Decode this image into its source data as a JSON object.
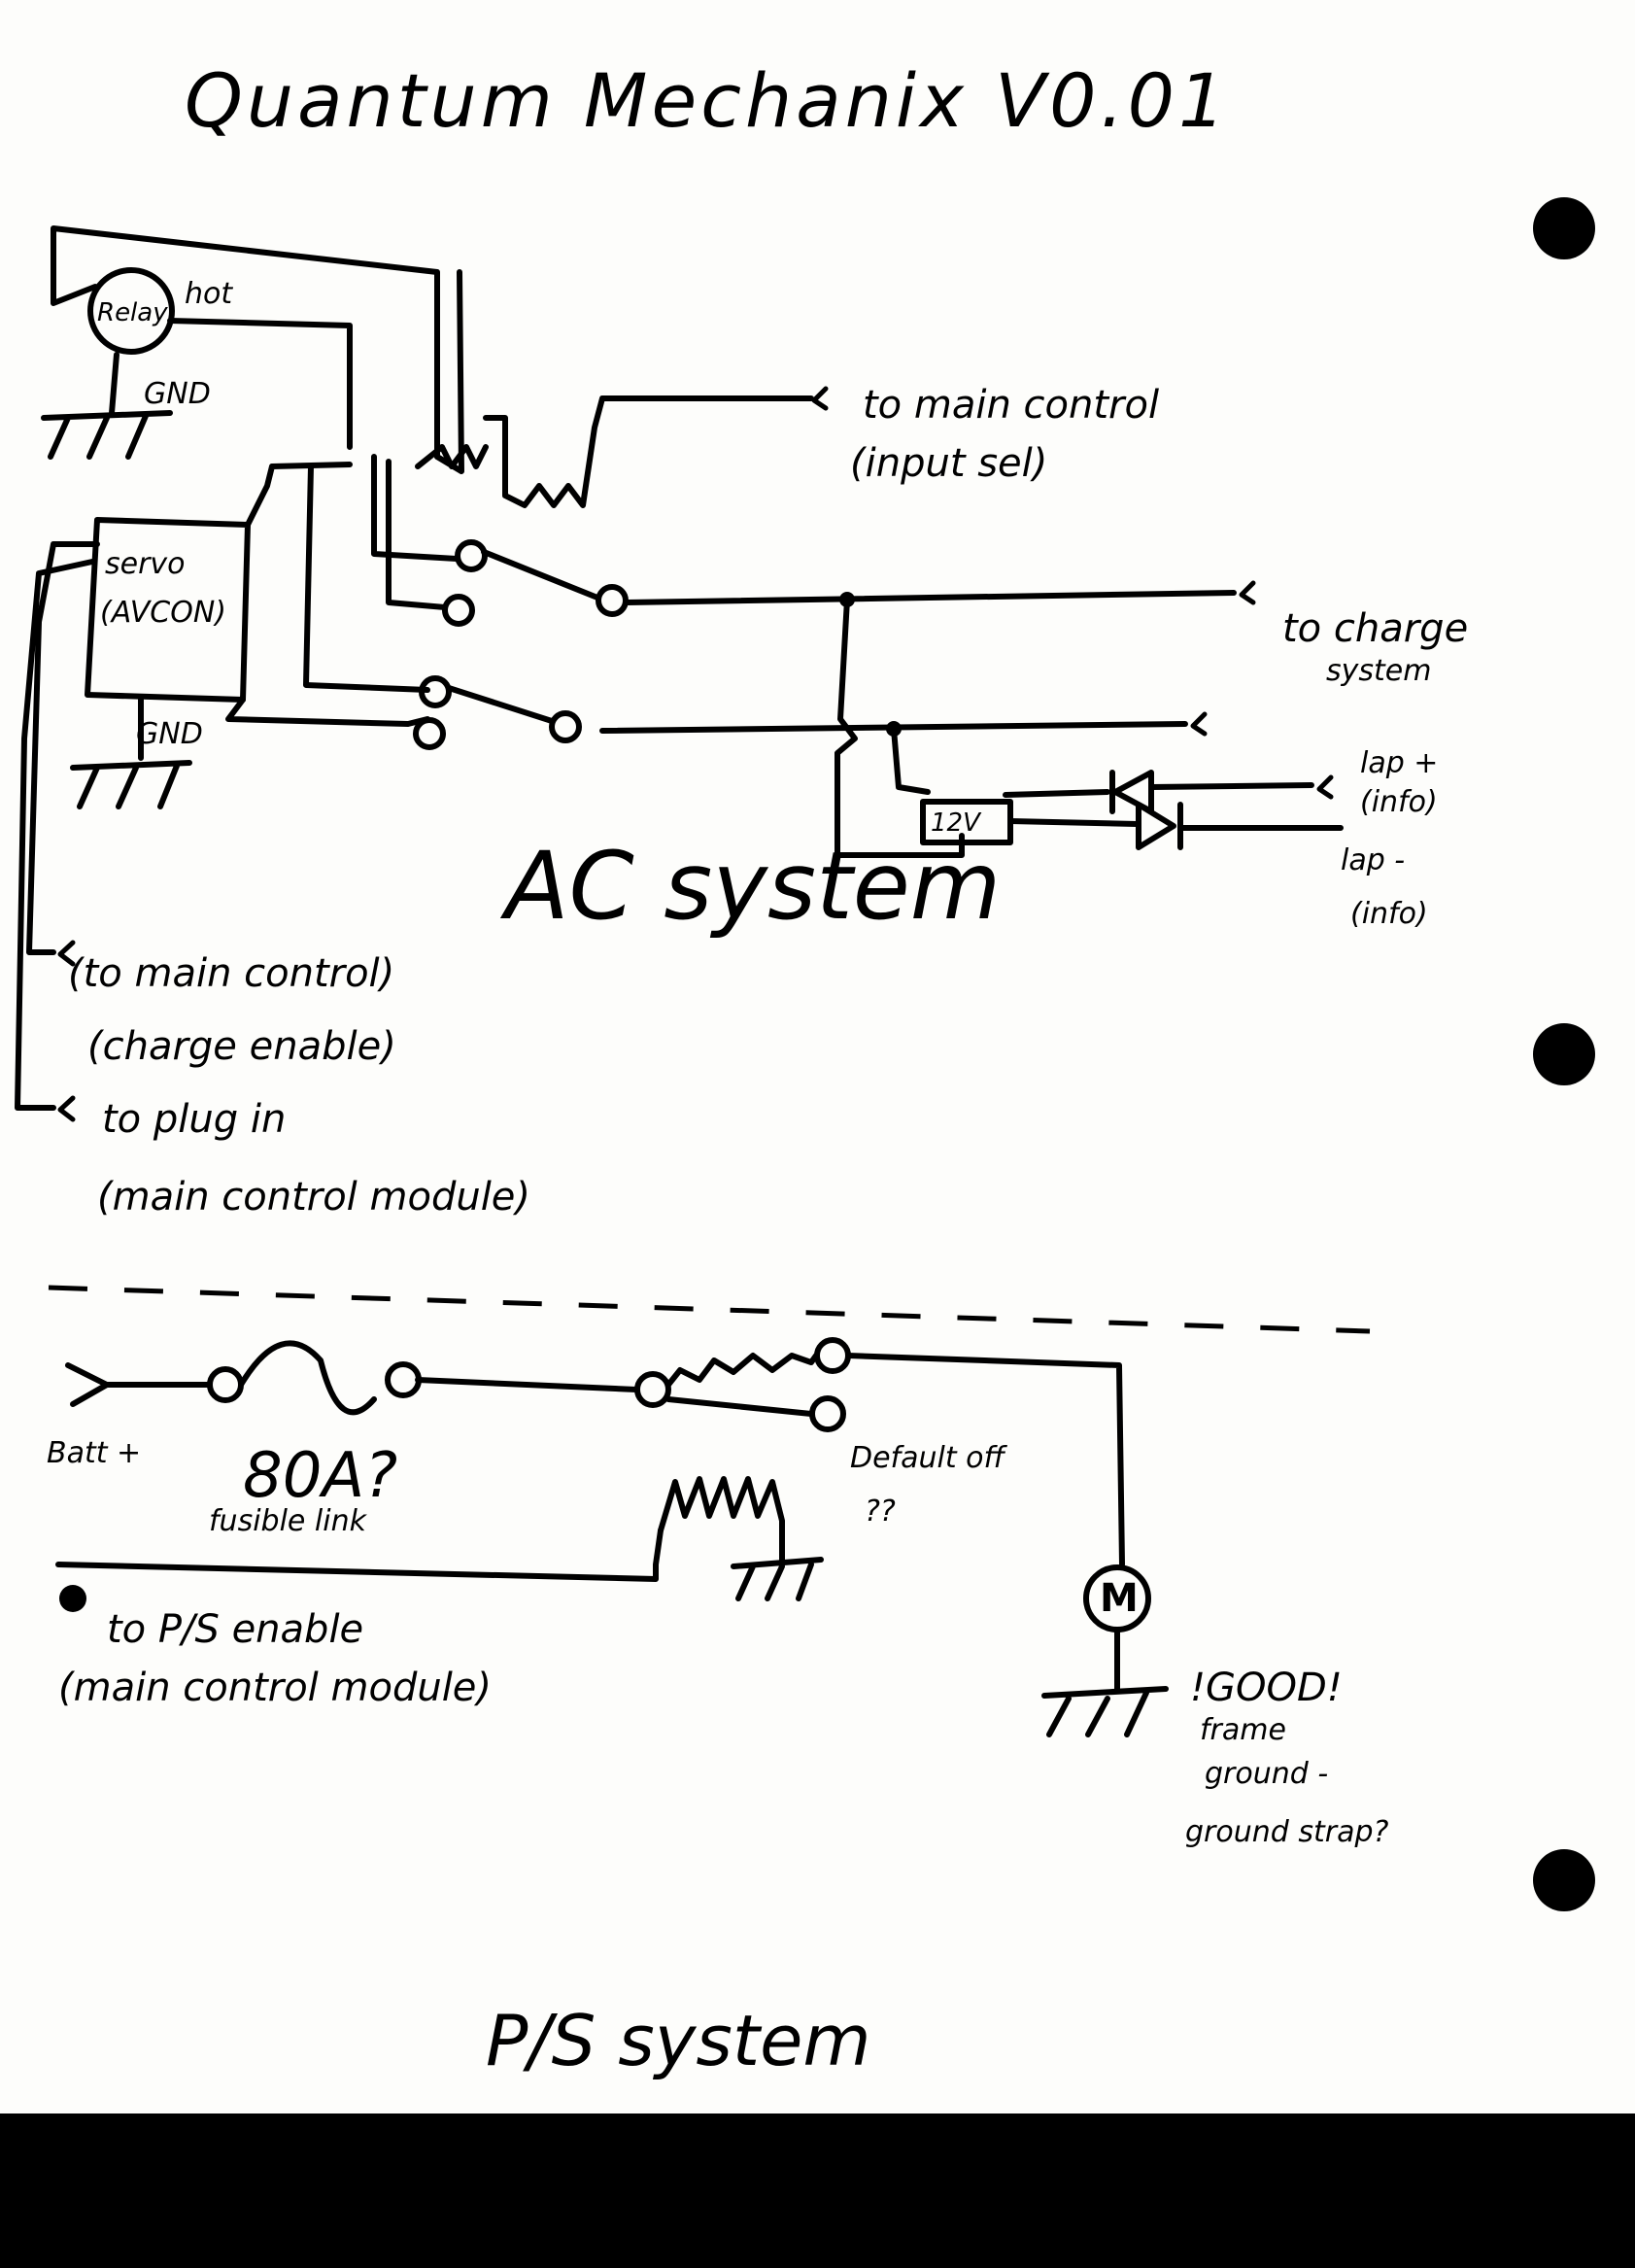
{
  "title": "Quantum Mechanix V0.01",
  "ac_system": {
    "section_label": "AC system",
    "relay_label": "Relay",
    "hot_label": "hot",
    "gnd_label_1": "GND",
    "servo_label_line1": "servo",
    "servo_label_line2": "(AVCON)",
    "gnd_label_2": "GND",
    "to_main_control": "to main control",
    "input_sel": "(input sel)",
    "to_charge_system_1": "to charge",
    "to_charge_system_2": "system",
    "regulator_label": "12V",
    "lap_plus_1": "lap +",
    "lap_plus_2": "(info)",
    "lap_minus_1": "lap -",
    "lap_minus_2": "(info)",
    "to_main_control_2": "(to main control)",
    "charge_enable": "(charge enable)",
    "to_plug_in": "to plug in",
    "main_control_module": "(main control module)"
  },
  "ps_system": {
    "section_label": "P/S system",
    "batt_plus": "Batt +",
    "fuse_rating": "80A?",
    "fusible_link": "fusible link",
    "default_off_1": "Default off",
    "default_off_2": "??",
    "to_ps_enable": "to P/S enable",
    "main_control_module": "(main control module)",
    "motor_symbol": "M",
    "good_frame_1": "!GOOD!",
    "good_frame_2": "frame",
    "good_frame_3": "ground -",
    "good_frame_4": "ground strap?"
  }
}
